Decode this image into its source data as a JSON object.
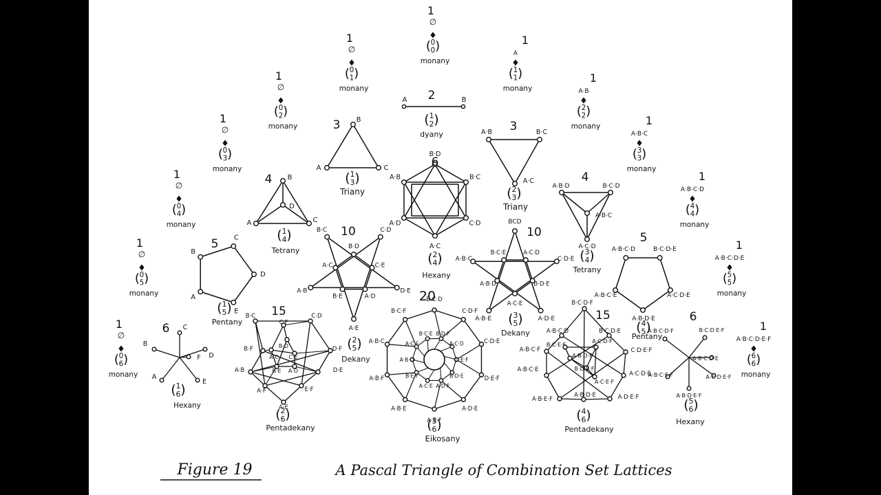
{
  "figure": {
    "label": "Figure 19",
    "title": "A Pascal Triangle of Combination Set Lattices"
  },
  "cells": [
    {
      "id": "c00",
      "count": "1",
      "binom_top": "0",
      "binom_bottom": "0",
      "name": "monany",
      "nodes": [
        "∅"
      ]
    },
    {
      "id": "c01",
      "count": "1",
      "binom_top": "0",
      "binom_bottom": "1",
      "name": "monany",
      "nodes": [
        "∅"
      ]
    },
    {
      "id": "c11",
      "count": "1",
      "binom_top": "1",
      "binom_bottom": "1",
      "name": "monany",
      "nodes": [
        "A"
      ]
    },
    {
      "id": "c02",
      "count": "1",
      "binom_top": "0",
      "binom_bottom": "2",
      "name": "monany",
      "nodes": [
        "∅"
      ]
    },
    {
      "id": "c12",
      "count": "2",
      "binom_top": "1",
      "binom_bottom": "2",
      "name": "dyany",
      "nodes": [
        "A",
        "B"
      ]
    },
    {
      "id": "c22",
      "count": "1",
      "binom_top": "2",
      "binom_bottom": "2",
      "name": "monany",
      "nodes": [
        "A·B"
      ]
    },
    {
      "id": "c03",
      "count": "1",
      "binom_top": "0",
      "binom_bottom": "3",
      "name": "monany",
      "nodes": [
        "∅"
      ]
    },
    {
      "id": "c13",
      "count": "3",
      "binom_top": "1",
      "binom_bottom": "3",
      "name": "Triany",
      "nodes": [
        "A",
        "B",
        "C"
      ]
    },
    {
      "id": "c23",
      "count": "3",
      "binom_top": "2",
      "binom_bottom": "3",
      "name": "Triany",
      "nodes": [
        "A·B",
        "B·C",
        "A·C"
      ]
    },
    {
      "id": "c33",
      "count": "1",
      "binom_top": "3",
      "binom_bottom": "3",
      "name": "monany",
      "nodes": [
        "A·B·C"
      ]
    },
    {
      "id": "c04",
      "count": "1",
      "binom_top": "0",
      "binom_bottom": "4",
      "name": "monany",
      "nodes": [
        "∅"
      ]
    },
    {
      "id": "c14",
      "count": "4",
      "binom_top": "1",
      "binom_bottom": "4",
      "name": "Tetrany",
      "nodes": [
        "A",
        "B",
        "C",
        "D"
      ]
    },
    {
      "id": "c24",
      "count": "6",
      "binom_top": "2",
      "binom_bottom": "4",
      "name": "Hexany",
      "nodes": [
        "B·D",
        "B·C",
        "C·D",
        "A·C",
        "A·D",
        "A·B"
      ]
    },
    {
      "id": "c34",
      "count": "4",
      "binom_top": "3",
      "binom_bottom": "4",
      "name": "Tetrany",
      "nodes": [
        "A·B·D",
        "B·C·D",
        "A·B·C",
        "A·C·D"
      ]
    },
    {
      "id": "c44",
      "count": "1",
      "binom_top": "4",
      "binom_bottom": "4",
      "name": "monany",
      "nodes": [
        "A·B·C·D"
      ]
    },
    {
      "id": "c05",
      "count": "1",
      "binom_top": "0",
      "binom_bottom": "5",
      "name": "monany",
      "nodes": [
        "∅"
      ]
    },
    {
      "id": "c15",
      "count": "5",
      "binom_top": "1",
      "binom_bottom": "5",
      "name": "Pentany",
      "nodes": [
        "C",
        "D",
        "E",
        "A",
        "B"
      ]
    },
    {
      "id": "c25",
      "count": "10",
      "binom_top": "2",
      "binom_bottom": "5",
      "name": "Dekany",
      "nodes": [
        "B·C",
        "C·D",
        "D·E",
        "A·E",
        "A·B",
        "B·D",
        "C·E",
        "A·D",
        "B·E",
        "A·C"
      ]
    },
    {
      "id": "c35",
      "count": "10",
      "binom_top": "3",
      "binom_bottom": "5",
      "name": "Dekany",
      "nodes": [
        "BCD",
        "C·D·E",
        "A·D·E",
        "A·B·E",
        "A·B·C",
        "A·C·D",
        "B·D·E",
        "A·C·E",
        "A·B·D",
        "B·C·E"
      ]
    },
    {
      "id": "c45",
      "count": "5",
      "binom_top": "4",
      "binom_bottom": "5",
      "name": "Pentany",
      "nodes": [
        "A·B·C·D",
        "B·C·D·E",
        "A·C·D·E",
        "A·B·D·E",
        "A·B·C·E"
      ]
    },
    {
      "id": "c55",
      "count": "1",
      "binom_top": "5",
      "binom_bottom": "5",
      "name": "monany",
      "nodes": [
        "A·B·C·D·E"
      ]
    },
    {
      "id": "c06",
      "count": "1",
      "binom_top": "0",
      "binom_bottom": "6",
      "name": "monany",
      "nodes": [
        "∅"
      ]
    },
    {
      "id": "c16",
      "count": "6",
      "binom_top": "1",
      "binom_bottom": "6",
      "name": "Hexany",
      "nodes": [
        "C",
        "D",
        "E",
        "A",
        "B",
        "F"
      ]
    },
    {
      "id": "c26",
      "count": "15",
      "binom_top": "2",
      "binom_bottom": "6",
      "name": "Pentadekany",
      "outer_nodes": [
        "C·D",
        "D·F",
        "D·E",
        "E·F",
        "A·E",
        "A·F",
        "A·B",
        "B·F",
        "B·C"
      ],
      "inner_nodes": [
        "C·F",
        "B·D",
        "A·C",
        "C·E",
        "B·E",
        "A·D"
      ]
    },
    {
      "id": "c36",
      "count": "20",
      "binom_top": "3",
      "binom_bottom": "6",
      "name": "Eikosany",
      "outer_nodes": [
        "B·C·D",
        "C·D·F",
        "C·D·E",
        "D·E·F",
        "A·D·E",
        "A·E·F",
        "A·B·E",
        "A·B·F",
        "A·B·C",
        "B·C·F"
      ],
      "inner_nodes": [
        "B·D·F",
        "A·C·D",
        "C·E·F",
        "B·D·E",
        "A·D·F",
        "A·C·E",
        "B·E·F",
        "A·B·D",
        "A·C·F",
        "B·C·E"
      ]
    },
    {
      "id": "c46",
      "count": "15",
      "binom_top": "4",
      "binom_bottom": "6",
      "name": "Pentadekany",
      "outer_nodes": [
        "B·C·D·F",
        "B·C·D·E",
        "C·D·E·F",
        "A·C·D·E",
        "A·D·E·F",
        "A·B·D·E",
        "A·B·E·F",
        "A·B·C·E",
        "A·B·C·F",
        "A·B·C·D"
      ],
      "inner_nodes": [
        "B·C·E·F",
        "A·C·D·F",
        "A·B·D·F",
        "B·D·E·F",
        "A·C·E·F"
      ]
    },
    {
      "id": "c56",
      "count": "6",
      "binom_top": "5",
      "binom_bottom": "6",
      "name": "Hexany",
      "nodes": [
        "A·B·C·D·F",
        "B·C·D·E·F",
        "A·C·D·E·F",
        "A·B·D·E·F",
        "A·B·C·E·F",
        "A·B·C·D·E"
      ]
    },
    {
      "id": "c66",
      "count": "1",
      "binom_top": "6",
      "binom_bottom": "6",
      "name": "monany",
      "nodes": [
        "A·B·C·D·E·F"
      ]
    }
  ]
}
